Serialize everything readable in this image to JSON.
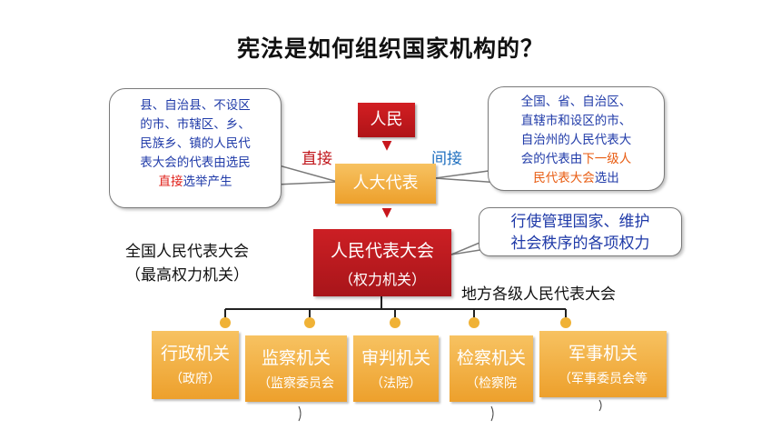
{
  "title": "宪法是如何组织国家机构的？",
  "bubble_left": {
    "lines": [
      "县、自治县、不设区",
      "的市、市辖区、乡、",
      "民族乡、镇的人民代",
      "表大会的代表由选民"
    ],
    "last_red": "直接",
    "last_rest": "选举产生"
  },
  "bubble_right": {
    "lines": [
      "全国、省、自治区、",
      "直辖市和设区的市、",
      "自治州的人民代表大"
    ],
    "line4_pre": "会的代表由",
    "line4_red": "下一级人",
    "line5_red": "民代表大会",
    "line5_rest": "选出"
  },
  "bubble_power": {
    "line1": "行使管理国家、维护",
    "line2": "社会秩序的各项权力"
  },
  "label_direct": "直接",
  "label_indirect": "间接",
  "box_people": "人民",
  "box_deputies": "人大代表",
  "box_npc": {
    "line1": "人民代表大会",
    "line2": "（权力机关）"
  },
  "national_npc": {
    "line1": "全国人民代表大会",
    "line2": "（最高权力机关）"
  },
  "local_npc": "地方各级人民代表大会",
  "organs": [
    {
      "name": "行政机关",
      "sub": "（政府）"
    },
    {
      "name": "监察机关",
      "sub": "（监察委员会"
    },
    {
      "name": "审判机关",
      "sub": "（法院）"
    },
    {
      "name": "检察机关",
      "sub": "（检察院"
    },
    {
      "name": "军事机关",
      "sub": "（军事委员会等"
    }
  ],
  "colors": {
    "red_box": "#c0161b",
    "orange_box": "#f0b236",
    "bubble_text": "#1f3aa8"
  }
}
